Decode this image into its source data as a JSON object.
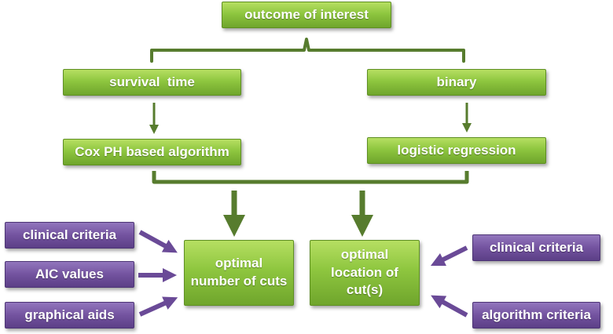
{
  "colors": {
    "green_box": "#8ec63f",
    "purple_box": "#73539f",
    "green_connector": "#577c2e",
    "purple_arrow": "#6a4a97",
    "text": "#ffffff"
  },
  "nodes": {
    "outcome": "outcome of interest",
    "survival": "survival  time",
    "binary": "binary",
    "cox": "Cox PH based algorithm",
    "logistic": "logistic regression",
    "cuts": "optimal number of cuts",
    "location": "optimal location of cut(s)",
    "clinical_left": "clinical criteria",
    "aic": "AIC values",
    "graphical": "graphical aids",
    "clinical_right": "clinical criteria",
    "algorithm": "algorithm criteria"
  }
}
